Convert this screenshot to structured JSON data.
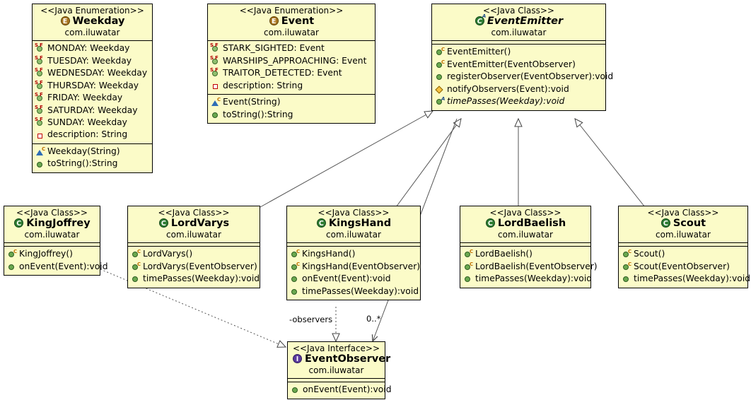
{
  "diagram": {
    "title": "Observer pattern UML class diagram",
    "package": "com.iluwatar",
    "colors": {
      "box_fill": "#fbfbc8",
      "box_border": "#000000",
      "edge": "#555555",
      "class_icon": "#2e7d32",
      "enum_icon": "#a9761f",
      "interface_icon": "#5b3a9e"
    }
  },
  "stereotypes": {
    "java_class": "<<Java Class>>",
    "java_enum": "<<Java Enumeration>>",
    "java_interface": "<<Java Interface>>"
  },
  "classes": {
    "weekday": {
      "stereotype": "<<Java Enumeration>>",
      "name": "Weekday",
      "package": "com.iluwatar",
      "icon": "enum-icon",
      "fields": [
        {
          "icon": "static-final-field-icon",
          "text": "MONDAY: Weekday"
        },
        {
          "icon": "static-final-field-icon",
          "text": "TUESDAY: Weekday"
        },
        {
          "icon": "static-final-field-icon",
          "text": "WEDNESDAY: Weekday"
        },
        {
          "icon": "static-final-field-icon",
          "text": "THURSDAY: Weekday"
        },
        {
          "icon": "static-final-field-icon",
          "text": "FRIDAY: Weekday"
        },
        {
          "icon": "static-final-field-icon",
          "text": "SATURDAY: Weekday"
        },
        {
          "icon": "static-final-field-icon",
          "text": "SUNDAY: Weekday"
        },
        {
          "icon": "private-field-icon",
          "text": "description: String"
        }
      ],
      "methods": [
        {
          "icon": "private-constructor-icon",
          "text": "Weekday(String)"
        },
        {
          "icon": "public-method-icon",
          "text": "toString():String"
        }
      ]
    },
    "event": {
      "stereotype": "<<Java Enumeration>>",
      "name": "Event",
      "package": "com.iluwatar",
      "icon": "enum-icon",
      "fields": [
        {
          "icon": "static-final-field-icon",
          "text": "STARK_SIGHTED: Event"
        },
        {
          "icon": "static-final-field-icon",
          "text": "WARSHIPS_APPROACHING: Event"
        },
        {
          "icon": "static-final-field-icon",
          "text": "TRAITOR_DETECTED: Event"
        },
        {
          "icon": "private-field-icon",
          "text": "description: String"
        }
      ],
      "methods": [
        {
          "icon": "private-constructor-icon",
          "text": "Event(String)"
        },
        {
          "icon": "public-method-icon",
          "text": "toString():String"
        }
      ]
    },
    "event_emitter": {
      "stereotype": "<<Java Class>>",
      "name": "EventEmitter",
      "package": "com.iluwatar",
      "icon": "abstract-class-icon",
      "abstract": true,
      "fields": [],
      "methods": [
        {
          "icon": "public-constructor-icon",
          "text": "EventEmitter()"
        },
        {
          "icon": "public-constructor-icon",
          "text": "EventEmitter(EventObserver)"
        },
        {
          "icon": "public-method-icon",
          "text": "registerObserver(EventObserver):void"
        },
        {
          "icon": "protected-method-icon",
          "text": "notifyObservers(Event):void"
        },
        {
          "icon": "abstract-method-icon",
          "text": "timePasses(Weekday):void",
          "italic": true
        }
      ]
    },
    "king_joffrey": {
      "stereotype": "<<Java Class>>",
      "name": "KingJoffrey",
      "package": "com.iluwatar",
      "icon": "class-icon",
      "fields": [],
      "methods": [
        {
          "icon": "public-constructor-icon",
          "text": "KingJoffrey()"
        },
        {
          "icon": "public-method-icon",
          "text": "onEvent(Event):void"
        }
      ]
    },
    "lord_varys": {
      "stereotype": "<<Java Class>>",
      "name": "LordVarys",
      "package": "com.iluwatar",
      "icon": "class-icon",
      "fields": [],
      "methods": [
        {
          "icon": "public-constructor-icon",
          "text": "LordVarys()"
        },
        {
          "icon": "public-constructor-icon",
          "text": "LordVarys(EventObserver)"
        },
        {
          "icon": "public-method-icon",
          "text": "timePasses(Weekday):void"
        }
      ]
    },
    "kings_hand": {
      "stereotype": "<<Java Class>>",
      "name": "KingsHand",
      "package": "com.iluwatar",
      "icon": "class-icon",
      "fields": [],
      "methods": [
        {
          "icon": "public-constructor-icon",
          "text": "KingsHand()"
        },
        {
          "icon": "public-constructor-icon",
          "text": "KingsHand(EventObserver)"
        },
        {
          "icon": "public-method-icon",
          "text": "onEvent(Event):void"
        },
        {
          "icon": "public-method-icon",
          "text": "timePasses(Weekday):void"
        }
      ]
    },
    "lord_baelish": {
      "stereotype": "<<Java Class>>",
      "name": "LordBaelish",
      "package": "com.iluwatar",
      "icon": "class-icon",
      "fields": [],
      "methods": [
        {
          "icon": "public-constructor-icon",
          "text": "LordBaelish()"
        },
        {
          "icon": "public-constructor-icon",
          "text": "LordBaelish(EventObserver)"
        },
        {
          "icon": "public-method-icon",
          "text": "timePasses(Weekday):void"
        }
      ]
    },
    "scout": {
      "stereotype": "<<Java Class>>",
      "name": "Scout",
      "package": "com.iluwatar",
      "icon": "class-icon",
      "fields": [],
      "methods": [
        {
          "icon": "public-constructor-icon",
          "text": "Scout()"
        },
        {
          "icon": "public-constructor-icon",
          "text": "Scout(EventObserver)"
        },
        {
          "icon": "public-method-icon",
          "text": "timePasses(Weekday):void"
        }
      ]
    },
    "event_observer": {
      "stereotype": "<<Java Interface>>",
      "name": "EventObserver",
      "package": "com.iluwatar",
      "icon": "interface-icon",
      "fields": [],
      "methods": [
        {
          "icon": "public-method-icon",
          "text": "onEvent(Event):void"
        }
      ]
    }
  },
  "relationships": {
    "association_label_role": "-observers",
    "association_label_multiplicity": "0..*",
    "generalizations": [
      {
        "from": "LordVarys",
        "to": "EventEmitter"
      },
      {
        "from": "KingsHand",
        "to": "EventEmitter"
      },
      {
        "from": "LordBaelish",
        "to": "EventEmitter"
      },
      {
        "from": "Scout",
        "to": "EventEmitter"
      }
    ],
    "realizations": [
      {
        "from": "KingJoffrey",
        "to": "EventObserver"
      },
      {
        "from": "KingsHand",
        "to": "EventObserver"
      }
    ],
    "associations": [
      {
        "from": "EventEmitter",
        "to": "EventObserver",
        "role": "-observers",
        "multiplicity": "0..*"
      }
    ]
  }
}
